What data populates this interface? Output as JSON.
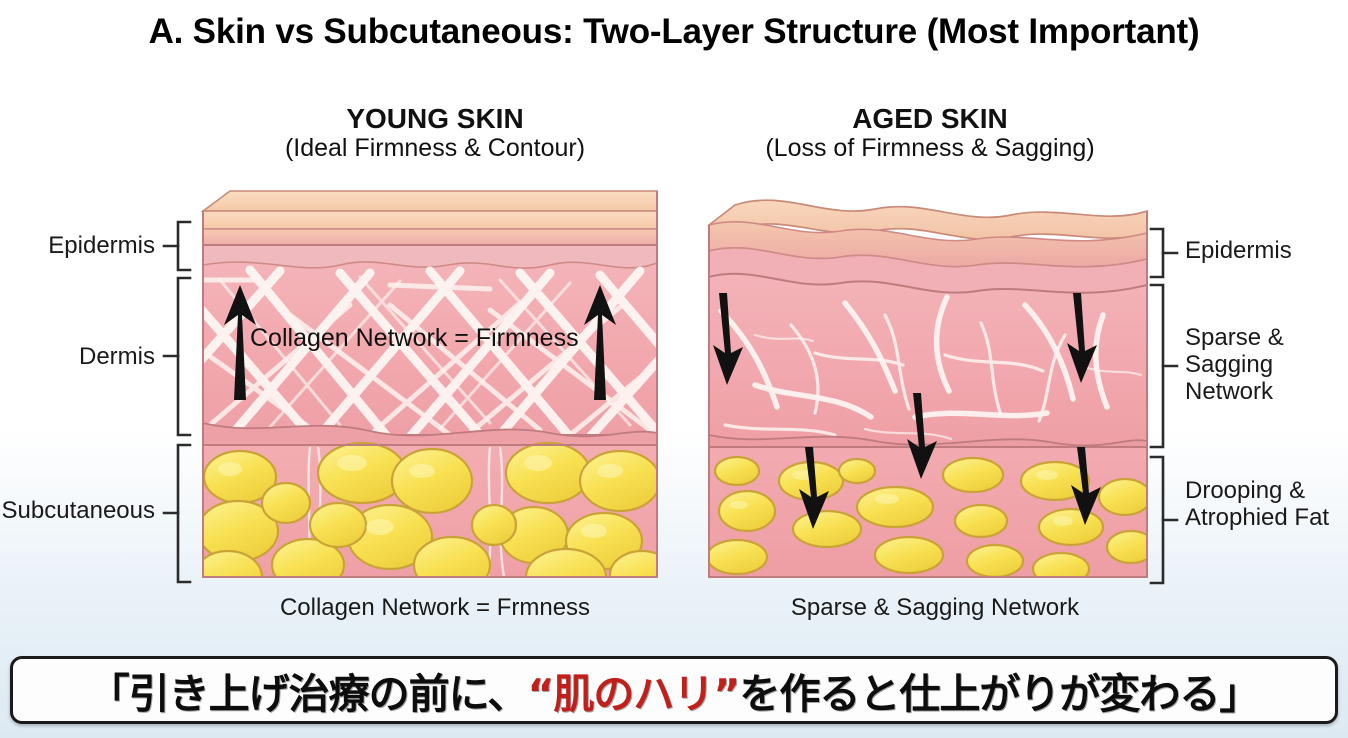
{
  "title": "A. Skin vs Subcutaneous: Two-Layer Structure (Most Important)",
  "columns": {
    "young": {
      "heading": "YOUNG SKIN",
      "subheading": "(Ideal Firmness & Contour)",
      "caption": "Collagen Network = Frmness",
      "inline_note": "Collagen Network = Firmness"
    },
    "aged": {
      "heading": "AGED SKIN",
      "subheading": "(Loss of Firmness & Sagging)",
      "caption": "Sparse & Sagging Network"
    }
  },
  "labels_left": {
    "epidermis": "Epidermis",
    "dermis": "Dermis",
    "subcutaneous": "Subcutaneous"
  },
  "labels_right": {
    "epidermis": "Epidermis",
    "dermis": "Sparse & Sagging Network",
    "subcutaneous": "Drooping & Atrophied Fat"
  },
  "banner": {
    "prefix": "「引き上げ治療の前に、",
    "highlight": "“肌のハリ”",
    "suffix": "を作ると仕上がりが変わる」",
    "highlight_color": "#c0201c"
  },
  "colors": {
    "epidermis_top": "#f6d2b4",
    "epidermis_band": "#efb6b0",
    "dermis": "#f0a9ad",
    "dermis_light": "#f6c3c4",
    "collagen_fiber": "#fdf4f2",
    "fat": "#f6e04f",
    "fat_outline": "#c8a33a",
    "outline": "#b8686c",
    "arrow": "#111111",
    "background": "#ffffff",
    "background_bottom": "#dce9f3"
  }
}
